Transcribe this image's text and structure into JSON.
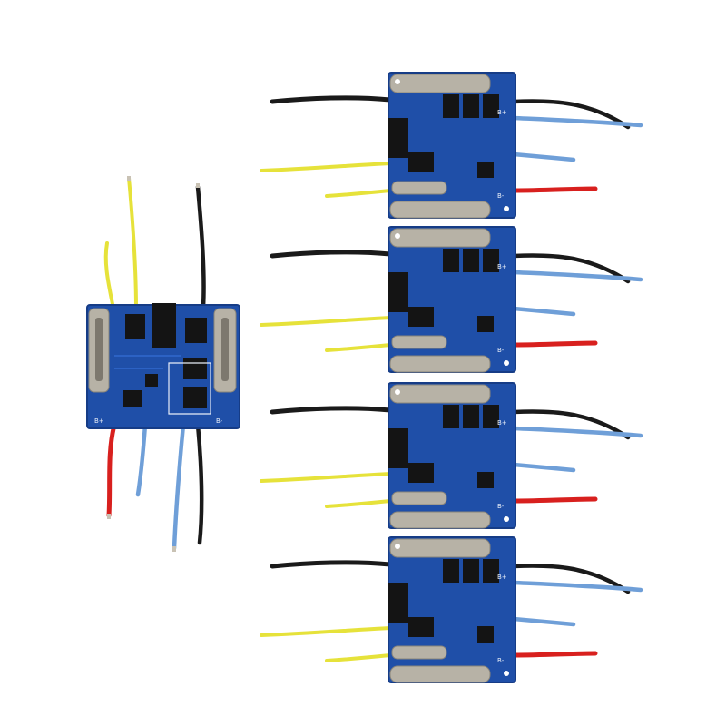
{
  "image": {
    "subject": "photo",
    "background_color": "#ffffff"
  },
  "boards": [
    {
      "pad_label_left": "B+",
      "pad_label_right": "B-"
    },
    {
      "pad_label_left": "B+",
      "pad_label_right": "B-"
    },
    {
      "pad_label_left": "B+",
      "pad_label_right": "B-"
    },
    {
      "pad_label_left": "B+",
      "pad_label_right": "B-"
    },
    {
      "pad_label_left": "B+",
      "pad_label_right": "B-"
    }
  ],
  "colors": {
    "pcb_blue": "#1f4fa8",
    "pcb_blue_dark": "#163c86",
    "trace": "#2c62c4",
    "silkscreen": "#e8eef8",
    "terminal_metal": "#b7b2a6",
    "chip_black": "#141414",
    "wire_black": "#1a1a1a",
    "wire_red": "#d8201e",
    "wire_yellow": "#e6e23a",
    "wire_blue": "#6f9fd8",
    "wire_tip": "#c9c2b4"
  }
}
